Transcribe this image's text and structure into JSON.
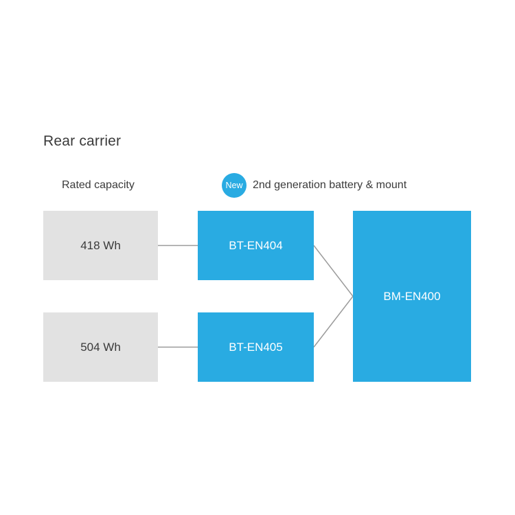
{
  "title": "Rear carrier",
  "legend": {
    "capacity_label": "Rated capacity",
    "badge_label": "New",
    "badge_text": "2nd generation battery & mount"
  },
  "diagram": {
    "rows": [
      {
        "capacity": "418 Wh",
        "battery": "BT-EN404"
      },
      {
        "capacity": "504 Wh",
        "battery": "BT-EN405"
      }
    ],
    "mount": "BM-EN400"
  },
  "colors": {
    "accent_blue": "#29abe2",
    "box_gray": "#e2e2e2",
    "line_gray": "#9b9b9b",
    "text_dark": "#3a3a3a",
    "text_on_blue": "#ffffff"
  }
}
